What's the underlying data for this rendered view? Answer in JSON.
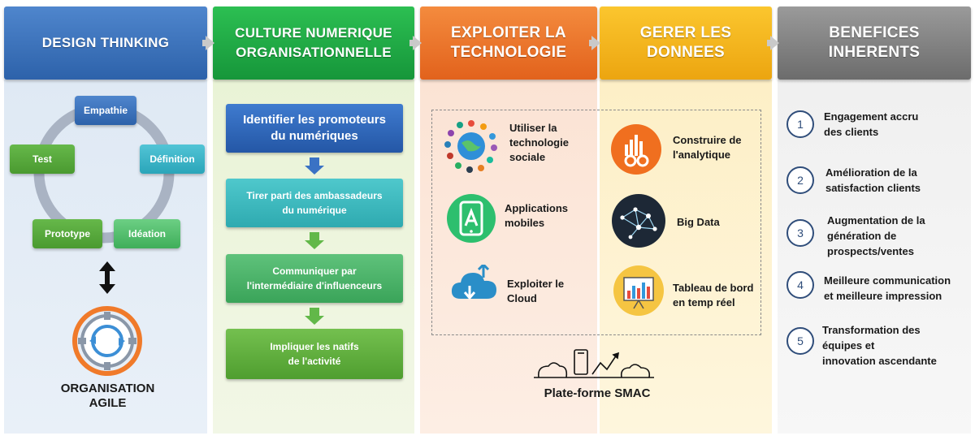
{
  "headers": {
    "design_thinking": "DESIGN THINKING",
    "culture_line1": "CULTURE NUMERIQUE",
    "culture_line2": "ORGANISATIONNELLE",
    "technologie_line1": "EXPLOITER LA",
    "technologie_line2": "TECHNOLOGIE",
    "donnees_line1": "GERER LES",
    "donnees_line2": "DONNEES",
    "benefices_line1": "BENEFICES",
    "benefices_line2": "INHERENTS"
  },
  "design_thinking": {
    "steps": {
      "empathie": "Empathie",
      "definition": "Définition",
      "ideation": "Idéation",
      "prototype": "Prototype",
      "test": "Test"
    },
    "agile_line1": "ORGANISATION",
    "agile_line2": "AGILE"
  },
  "culture": {
    "box1_line1": "Identifier les   promoteurs",
    "box1_line2": "du numériques",
    "box2_line1": "Tirer parti des ambassadeurs",
    "box2_line2": "du numérique",
    "box3_line1": "Communiquer par",
    "box3_line2": "l'intermédiaire d'influenceurs",
    "box4_line1": "Impliquer les natifs",
    "box4_line2": "de l'activité"
  },
  "technologie": {
    "social_line1": "Utiliser la",
    "social_line2": "technologie",
    "social_line3": "sociale",
    "mobile_line1": "Applications",
    "mobile_line2": "mobiles",
    "cloud_line1": "Exploiter le",
    "cloud_line2": "Cloud"
  },
  "donnees": {
    "analytics_line1": "Construire de",
    "analytics_line2": "l'analytique",
    "bigdata": "Big Data",
    "dashboard_line1": "Tableau de bord",
    "dashboard_line2": "en temp réel"
  },
  "smac_label": "Plate-forme SMAC",
  "benefices": {
    "items": [
      {
        "num": "1",
        "line1": "Engagement accru",
        "line2": "des clients",
        "line3": ""
      },
      {
        "num": "2",
        "line1": "Amélioration de la",
        "line2": "satisfaction clients",
        "line3": ""
      },
      {
        "num": "3",
        "line1": "Augmentation de la",
        "line2": "génération de",
        "line3": "prospects/ventes"
      },
      {
        "num": "4",
        "line1": "Meilleure communication",
        "line2": "et meilleure impression",
        "line3": ""
      },
      {
        "num": "5",
        "line1": "Transformation des",
        "line2": "équipes et",
        "line3": "innovation ascendante"
      }
    ]
  },
  "colors": {
    "design_blue": "#2d62aa",
    "culture_green": "#16963a",
    "tech_orange": "#e2621c",
    "data_yellow": "#eca510",
    "benefit_gray": "#6c6c6c"
  }
}
